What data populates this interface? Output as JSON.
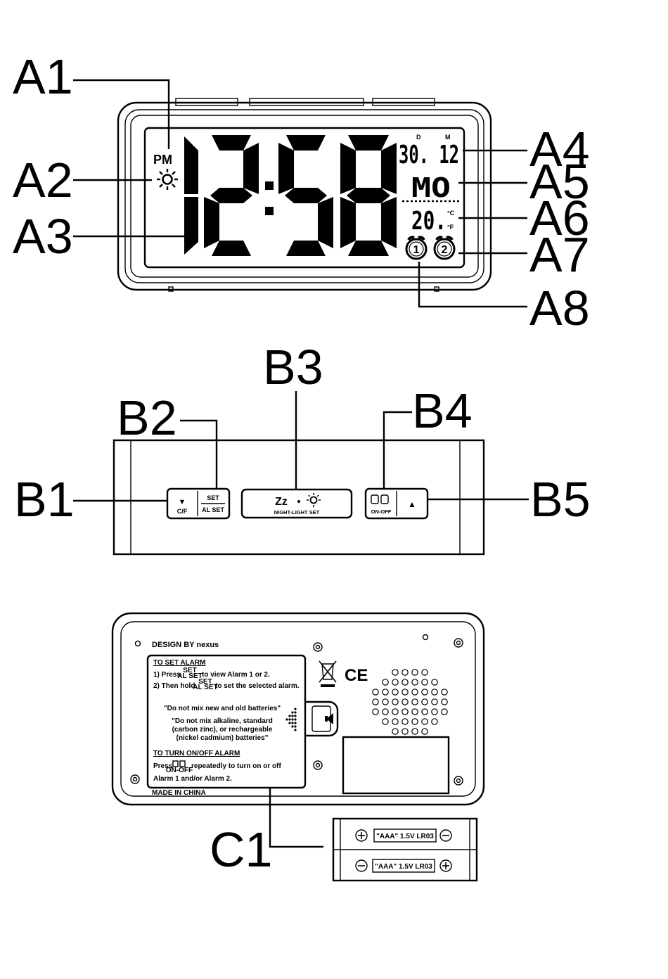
{
  "labels": {
    "a1": "A1",
    "a2": "A2",
    "a3": "A3",
    "a4": "A4",
    "a5": "A5",
    "a6": "A6",
    "a7": "A7",
    "a8": "A8",
    "b1": "B1",
    "b2": "B2",
    "b3": "B3",
    "b4": "B4",
    "b5": "B5",
    "c1": "C1"
  },
  "display": {
    "pm": "PM",
    "day_marker": "D",
    "month_marker": "M",
    "date": "30. 12",
    "weekday": "MO",
    "temperature": "20.",
    "temp_unit_c": "°C",
    "temp_unit_f": "°F",
    "alarm1": "1",
    "alarm2": "2"
  },
  "buttons": {
    "down_arrow": "▼",
    "cf": "C/F",
    "set": "SET",
    "al_set": "AL SET",
    "zz": "Zz",
    "night_light_set": "NIGHT-LIGHT SET",
    "on_off": "ON-OFF",
    "up_arrow": "▲"
  },
  "back": {
    "brand": "DESIGN BY nexus",
    "set_alarm_title": "TO SET ALARM",
    "step1_prefix": "1) Press",
    "step1_suffix": "to view Alarm 1 or 2.",
    "step2_prefix": "2) Then hold",
    "step2_suffix": "to set the selected alarm.",
    "set_small": "SET",
    "alset_small": "AL SET",
    "warn1": "\"Do not mix new and old batteries\"",
    "warn2a": "\"Do not mix alkaline, standard",
    "warn2b": "(carbon zinc), or rechargeable",
    "warn2c": "(nickel cadmium) batteries\"",
    "onoff_title": "TO TURN ON/OFF ALARM",
    "onoff_prefix": "Press",
    "onoff_suffix": "repeatedly to turn on or off",
    "onoff_line2": "Alarm 1 and/or Alarm 2.",
    "onoff_small": "ON-OFF",
    "made_in": "MADE IN CHINA",
    "ce": "CE",
    "battery1": "\"AAA\" 1.5V LR03",
    "battery2": "\"AAA\" 1.5V LR03"
  }
}
